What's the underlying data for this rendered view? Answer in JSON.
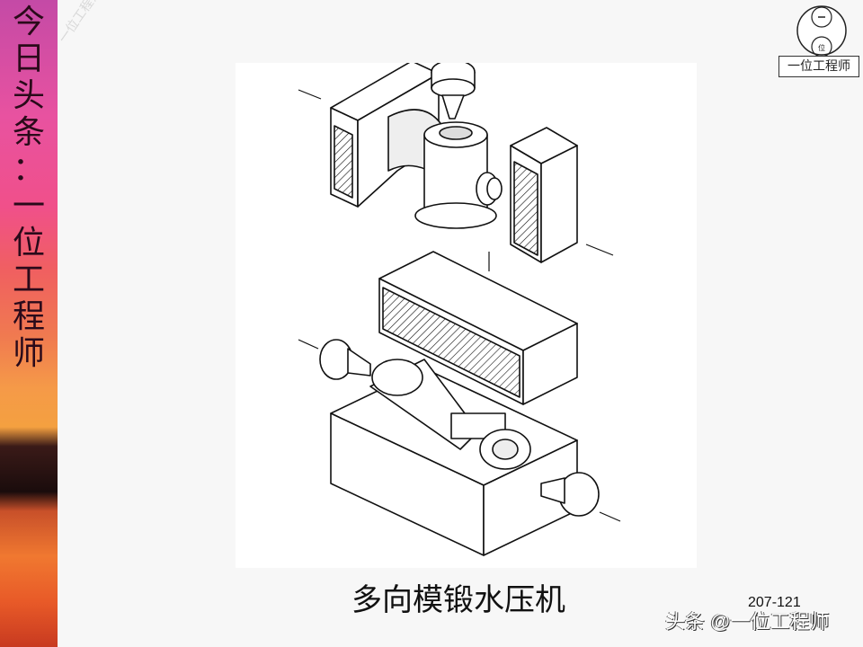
{
  "sidebar": {
    "text": [
      "今",
      "日",
      "头",
      "条",
      "：",
      "一",
      "位",
      "工",
      "程",
      "师"
    ]
  },
  "watermark": "一位工程师",
  "logo": {
    "label": "一位工程师",
    "circle_top": "一",
    "circle_bottom": "位"
  },
  "caption": "多向模锻水压机",
  "slide_number": "207-121",
  "credit": "头条 @一位工程师"
}
